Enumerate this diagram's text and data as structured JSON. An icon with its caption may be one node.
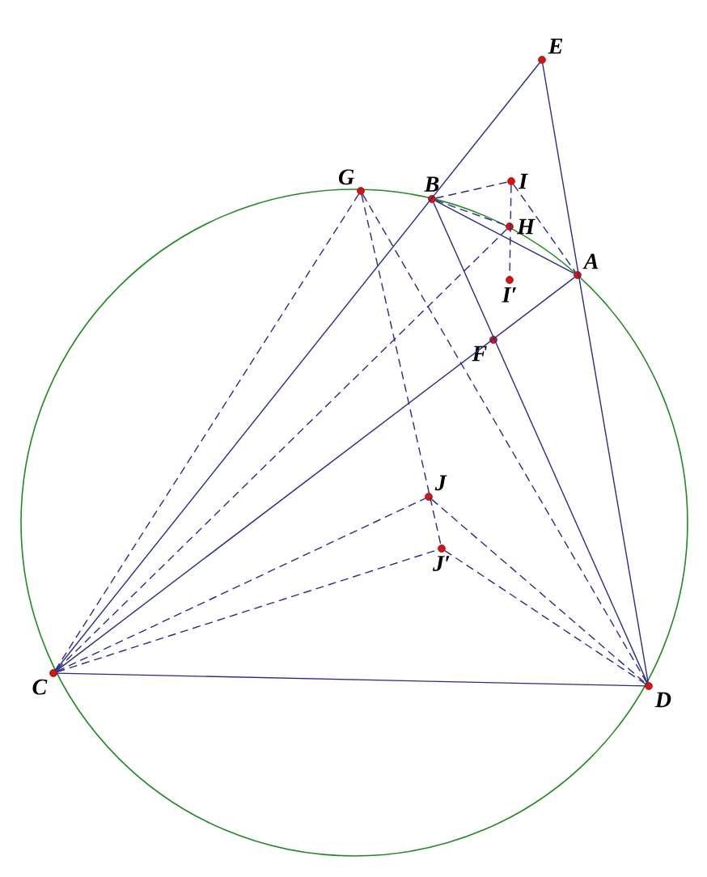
{
  "diagram": {
    "nodes": [
      {
        "text": [
          "E"
        ]
      },
      {
        "text": [
          "G"
        ]
      },
      {
        "text": [
          "B"
        ]
      },
      {
        "text": [
          "I"
        ]
      },
      {
        "text": [
          "H"
        ]
      },
      {
        "text": [
          "A"
        ]
      },
      {
        "text": [
          "I′"
        ]
      },
      {
        "text": [
          "F"
        ]
      },
      {
        "text": [
          "J"
        ]
      },
      {
        "text": [
          "J′"
        ]
      },
      {
        "text": [
          "C"
        ]
      },
      {
        "text": [
          "D"
        ]
      }
    ],
    "edges": [
      {
        "from": 10,
        "to": 0,
        "arrow": "none"
      },
      {
        "from": 0,
        "to": 11,
        "arrow": "none"
      },
      {
        "from": 10,
        "to": 5,
        "arrow": "none"
      },
      {
        "from": 2,
        "to": 11,
        "arrow": "none"
      },
      {
        "from": 2,
        "to": 5,
        "arrow": "none"
      },
      {
        "from": 10,
        "to": 11,
        "arrow": "none"
      },
      {
        "from": 2,
        "to": 3,
        "arrow": "none",
        "style": "dashed"
      },
      {
        "from": 3,
        "to": 5,
        "arrow": "none",
        "style": "dashed"
      },
      {
        "from": 3,
        "to": 6,
        "arrow": "none",
        "style": "dashed"
      },
      {
        "from": 2,
        "to": 4,
        "arrow": "none",
        "style": "dashed"
      },
      {
        "from": 4,
        "to": 10,
        "arrow": "none",
        "style": "dashed"
      },
      {
        "from": 1,
        "to": 10,
        "arrow": "none",
        "style": "dashed"
      },
      {
        "from": 1,
        "to": 9,
        "arrow": "none",
        "style": "dashed"
      },
      {
        "from": 1,
        "to": 11,
        "arrow": "none",
        "style": "dashed"
      },
      {
        "from": 10,
        "to": 8,
        "arrow": "none",
        "style": "dashed"
      },
      {
        "from": 10,
        "to": 9,
        "arrow": "none",
        "style": "dashed"
      },
      {
        "from": 8,
        "to": 11,
        "arrow": "none",
        "style": "dashed"
      },
      {
        "from": 9,
        "to": 11,
        "arrow": "none",
        "style": "dashed"
      }
    ]
  }
}
